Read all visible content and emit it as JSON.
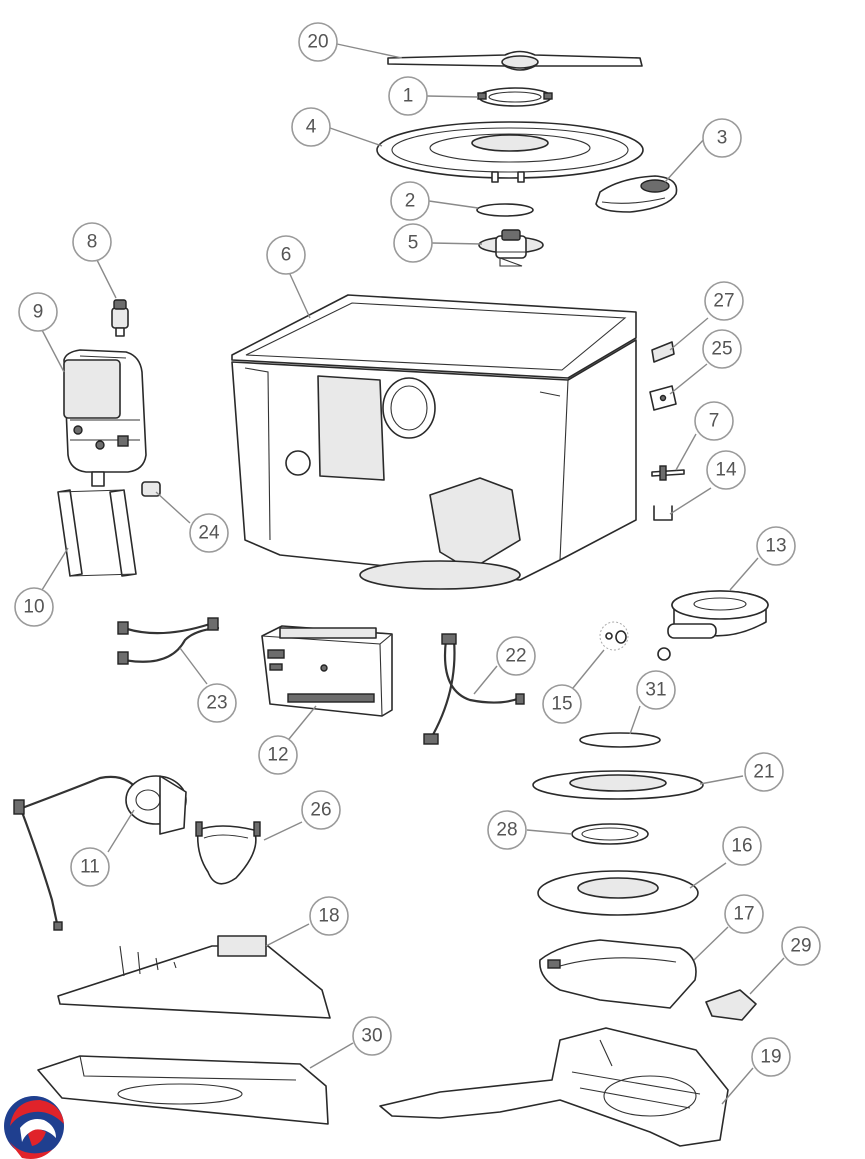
{
  "callouts": [
    {
      "label": "20"
    },
    {
      "label": "1"
    },
    {
      "label": "4"
    },
    {
      "label": "3"
    },
    {
      "label": "2"
    },
    {
      "label": "5"
    },
    {
      "label": "8"
    },
    {
      "label": "6"
    },
    {
      "label": "9"
    },
    {
      "label": "27"
    },
    {
      "label": "25"
    },
    {
      "label": "7"
    },
    {
      "label": "14"
    },
    {
      "label": "24"
    },
    {
      "label": "10"
    },
    {
      "label": "13"
    },
    {
      "label": "23"
    },
    {
      "label": "22"
    },
    {
      "label": "15"
    },
    {
      "label": "12"
    },
    {
      "label": "31"
    },
    {
      "label": "21"
    },
    {
      "label": "26"
    },
    {
      "label": "28"
    },
    {
      "label": "11"
    },
    {
      "label": "16"
    },
    {
      "label": "18"
    },
    {
      "label": "17"
    },
    {
      "label": "29"
    },
    {
      "label": "30"
    },
    {
      "label": "19"
    }
  ],
  "colors": {
    "logo_blue": "#1f3f8f",
    "logo_red": "#e0232a",
    "callout_stroke": "#9a9a9a",
    "callout_text": "#555555"
  },
  "logo": {
    "icon": "brand-swirl-logo"
  }
}
